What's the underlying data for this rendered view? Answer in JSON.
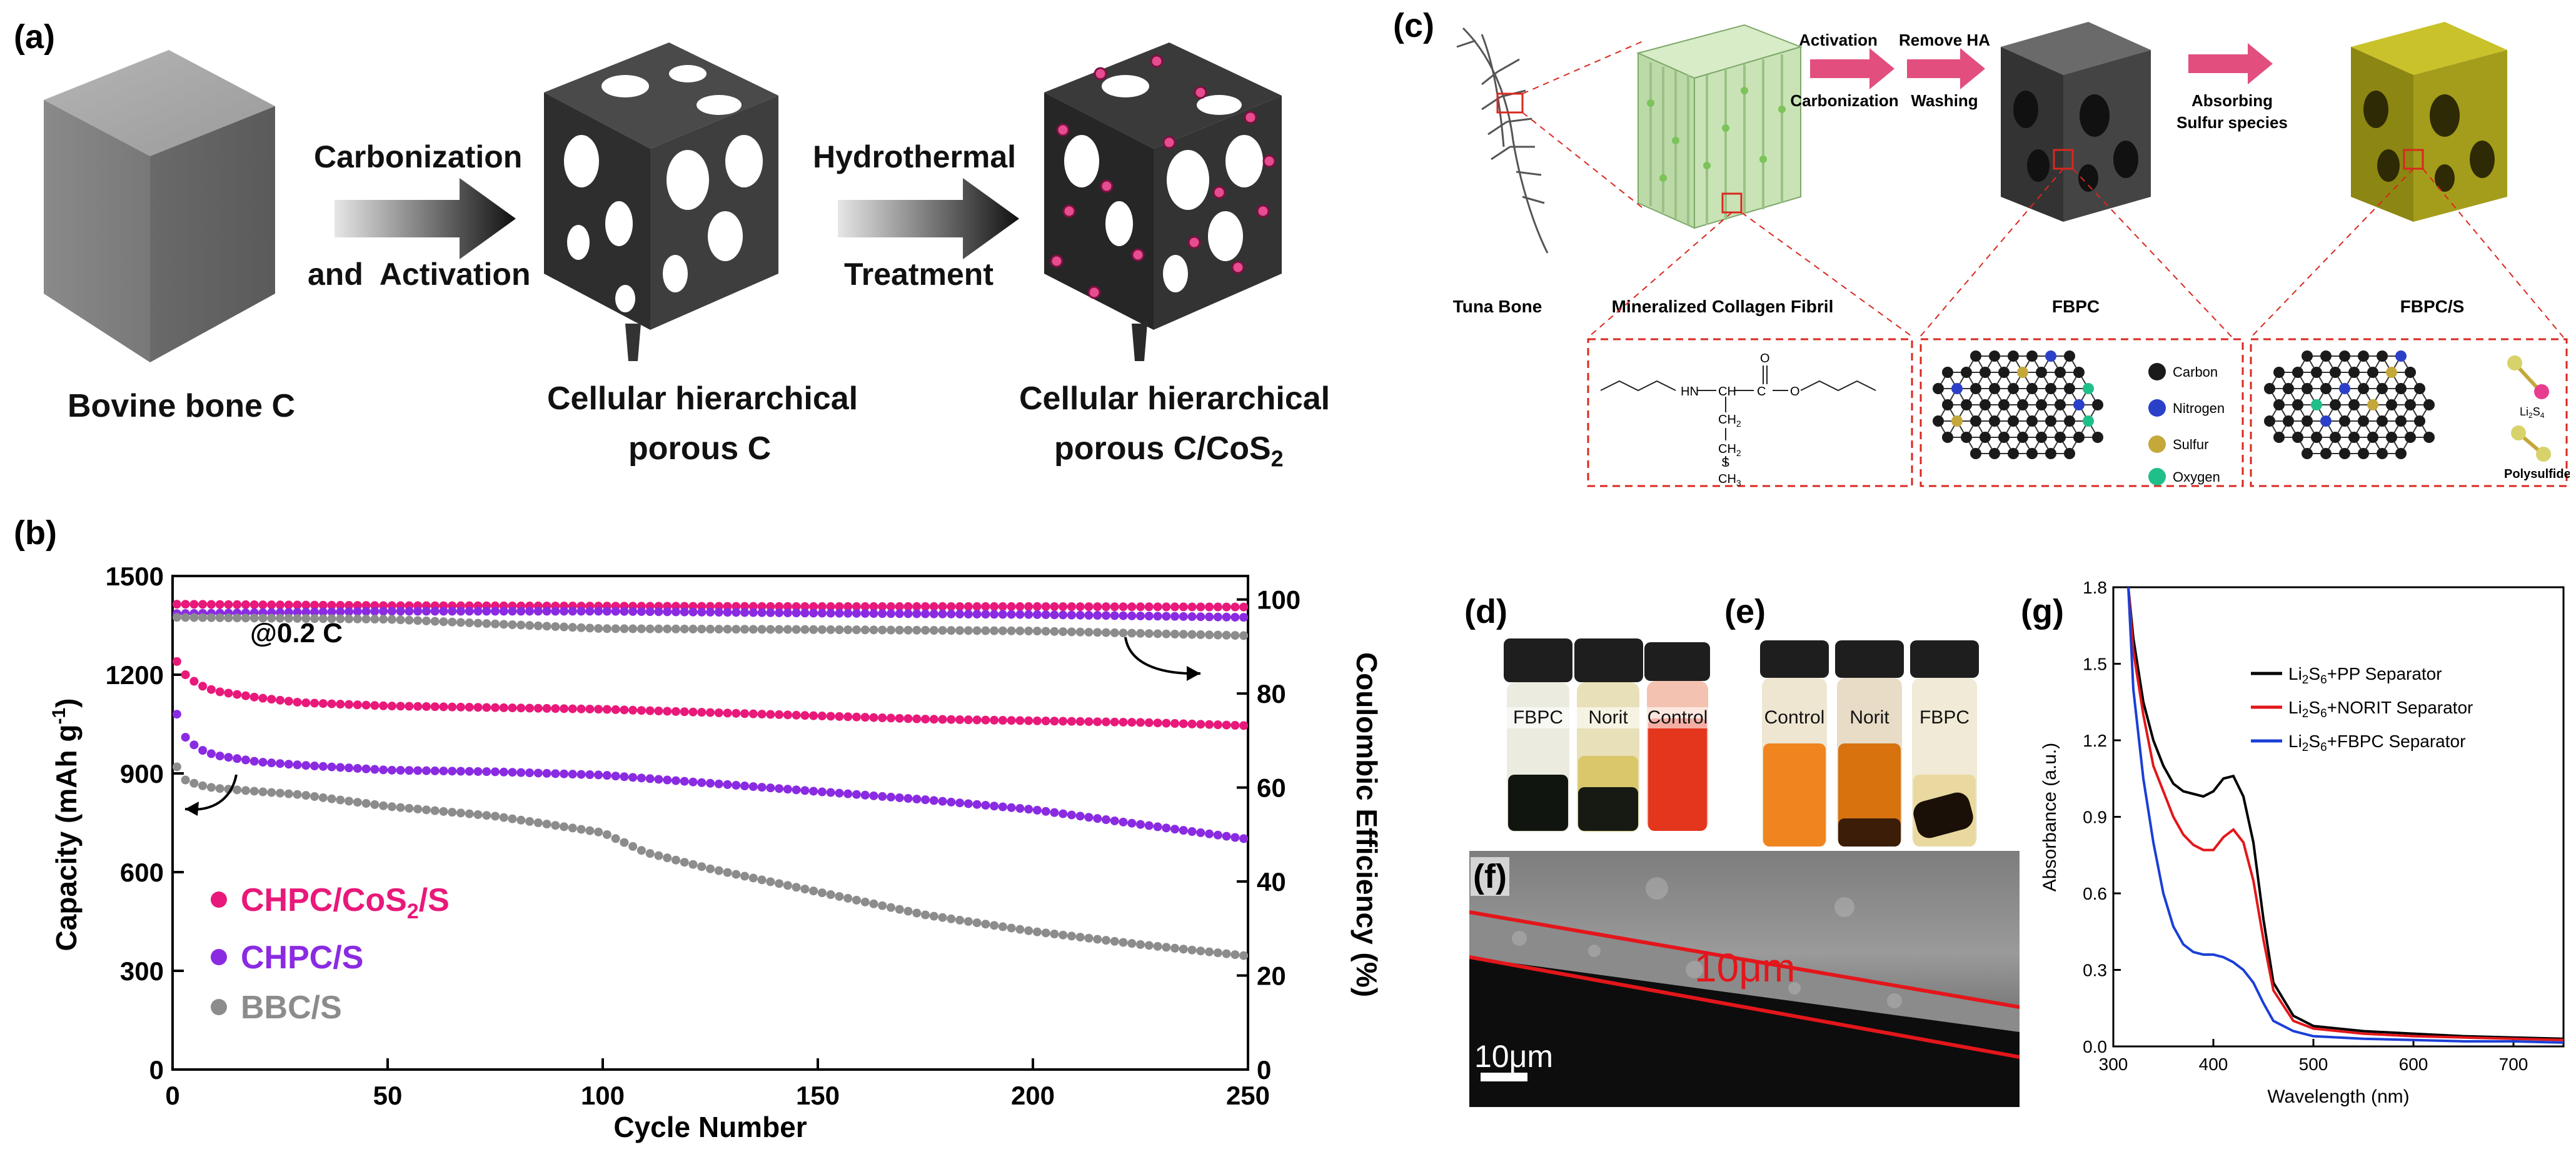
{
  "figure": {
    "panel_labels": {
      "a": "(a)",
      "b": "(b)",
      "c": "(c)",
      "d": "(d)",
      "e": "(e)",
      "f": "(f)",
      "g": "(g)"
    },
    "panel_a": {
      "step1_line1": "Carbonization",
      "step1_line2": "and  Activation",
      "step2_line1": "Hydrothermal",
      "step2_line2": "Treatment",
      "label_cube": "Bovine bone C",
      "label_porous_line1": "Cellular hierarchical",
      "label_porous_line2": "porous C",
      "label_cos2_line1": "Cellular hierarchical",
      "label_cos2_line2": "porous C/CoS",
      "label_cos2_sub": "2"
    },
    "panel_b": {
      "rate_label": "@0.2 C",
      "ylabel_left": "Capacity (mAh g",
      "ylabel_left_sup": "-1",
      "ylabel_left_end": ")",
      "ylabel_right": "Coulombic Efficiency (%)",
      "xlabel": "Cycle Number",
      "legend": [
        {
          "name_main": "CHPC/CoS",
          "name_sub": "2",
          "name_end": "/S",
          "color": "#e8197a"
        },
        {
          "name_main": "CHPC/S",
          "name_sub": "",
          "name_end": "",
          "color": "#8a2be2"
        },
        {
          "name_main": "BBC/S",
          "name_sub": "",
          "name_end": "",
          "color": "#8c8c8c"
        }
      ]
    },
    "panel_c": {
      "tuna_label": "Tuna Bone",
      "collagen_label": "Mineralized Collagen Fibril",
      "fbpc_label": "FBPC",
      "fbpcs_label": "FBPC/S",
      "arrow1_top": "Activation",
      "arrow1_bottom": "Carbonization",
      "arrow2_top": "Remove HA",
      "arrow2_bottom": "Washing",
      "arrow3_top": "Absorbing",
      "arrow3_bottom": "Sulfur species",
      "legend_carbon": "Carbon",
      "legend_nitrogen": "Nitrogen",
      "legend_sulfur": "Sulfur",
      "legend_oxygen": "Oxygen",
      "li2s4_main": "Li",
      "li2s4_sub1": "2",
      "li2s4_s": "S",
      "li2s4_sub2": "4",
      "polysulfides": "Polysulfides",
      "chem_hn": "HN",
      "chem_ch": "CH",
      "chem_c": "C",
      "chem_o1": "O",
      "chem_o2": "O",
      "chem_ch2a": "CH",
      "chem_ch2a_sub": "2",
      "chem_ch2b": "CH",
      "chem_ch2b_sub": "2",
      "chem_s": "S",
      "chem_ch3": "CH",
      "chem_ch3_sub": "3"
    },
    "panel_d": {
      "vials": [
        "FBPC",
        "Norit",
        "Control"
      ]
    },
    "panel_e": {
      "vials": [
        "Control",
        "Norit",
        "FBPC"
      ]
    },
    "panel_f": {
      "thickness": "10μm",
      "scalebar": "10μm"
    },
    "panel_g": {
      "ylabel": "Absorbance (a.u.)",
      "xlabel": "Wavelength (nm)",
      "legend": [
        {
          "pre": "Li",
          "sub1": "2",
          "s": "S",
          "sub2": "6",
          "post": "+PP Separator",
          "color": "#000000"
        },
        {
          "pre": "Li",
          "sub1": "2",
          "s": "S",
          "sub2": "6",
          "post": "+NORIT Separator",
          "color": "#e3161b"
        },
        {
          "pre": "Li",
          "sub1": "2",
          "s": "S",
          "sub2": "6",
          "post": "+FBPC Separator",
          "color": "#1a3fd6"
        }
      ]
    }
  },
  "chart_data": [
    {
      "type": "scatter",
      "panel": "b",
      "xlabel": "Cycle Number",
      "ylabel": "Capacity (mAh g-1)",
      "y2label": "Coulombic Efficiency (%)",
      "xlim": [
        0,
        250
      ],
      "ylim": [
        0,
        1500
      ],
      "y2lim": [
        0,
        105
      ],
      "xticks": [
        0,
        50,
        100,
        150,
        200,
        250
      ],
      "yticks": [
        0,
        300,
        600,
        900,
        1200,
        1500
      ],
      "y2ticks": [
        0,
        20,
        40,
        60,
        80,
        100
      ],
      "series": [
        {
          "name": "CHPC/CoS2/S",
          "axis": "left",
          "color": "#e8197a",
          "x": [
            1,
            3,
            6,
            10,
            20,
            30,
            50,
            75,
            100,
            125,
            150,
            175,
            200,
            225,
            250
          ],
          "y": [
            1240,
            1200,
            1170,
            1150,
            1130,
            1115,
            1105,
            1100,
            1095,
            1085,
            1075,
            1065,
            1060,
            1055,
            1045
          ]
        },
        {
          "name": "CHPC/S",
          "axis": "left",
          "color": "#8a2be2",
          "x": [
            1,
            3,
            6,
            10,
            20,
            30,
            50,
            75,
            100,
            125,
            150,
            175,
            200,
            225,
            250
          ],
          "y": [
            1080,
            1010,
            975,
            955,
            935,
            925,
            910,
            905,
            895,
            870,
            845,
            820,
            790,
            745,
            700
          ]
        },
        {
          "name": "BBC/S",
          "axis": "left",
          "color": "#8c8c8c",
          "x": [
            1,
            3,
            6,
            10,
            20,
            30,
            50,
            75,
            100,
            110,
            125,
            150,
            175,
            200,
            225,
            250
          ],
          "y": [
            920,
            880,
            865,
            855,
            845,
            835,
            800,
            770,
            720,
            660,
            610,
            540,
            470,
            420,
            380,
            345
          ]
        },
        {
          "name": "CHPC/CoS2/S CE",
          "axis": "right",
          "color": "#e8197a",
          "x": [
            1,
            50,
            100,
            150,
            200,
            250
          ],
          "y": [
            99,
            98.7,
            98.6,
            98.5,
            98.5,
            98.4
          ]
        },
        {
          "name": "CHPC/S CE",
          "axis": "right",
          "color": "#8a2be2",
          "x": [
            1,
            50,
            100,
            150,
            200,
            250
          ],
          "y": [
            97,
            97.5,
            97.5,
            97.1,
            96.8,
            96.2
          ]
        },
        {
          "name": "BBC/S CE",
          "axis": "right",
          "color": "#8c8c8c",
          "x": [
            1,
            50,
            100,
            150,
            200,
            250
          ],
          "y": [
            96.2,
            95.8,
            93.8,
            93.6,
            93.3,
            92.3
          ]
        }
      ]
    },
    {
      "type": "line",
      "panel": "g",
      "xlabel": "Wavelength (nm)",
      "ylabel": "Absorbance (a.u.)",
      "xlim": [
        300,
        750
      ],
      "ylim": [
        0,
        1.8
      ],
      "xticks": [
        300,
        400,
        500,
        600,
        700
      ],
      "yticks": [
        0.0,
        0.3,
        0.6,
        0.9,
        1.2,
        1.5,
        1.8
      ],
      "series": [
        {
          "name": "Li2S6+PP Separator",
          "color": "#000000",
          "x": [
            315,
            320,
            330,
            340,
            350,
            360,
            370,
            380,
            390,
            400,
            410,
            420,
            430,
            440,
            450,
            460,
            480,
            500,
            550,
            600,
            650,
            700,
            750
          ],
          "y": [
            1.8,
            1.6,
            1.35,
            1.2,
            1.1,
            1.03,
            1.0,
            0.99,
            0.98,
            1.0,
            1.05,
            1.06,
            0.98,
            0.8,
            0.5,
            0.25,
            0.12,
            0.08,
            0.06,
            0.05,
            0.04,
            0.035,
            0.03
          ]
        },
        {
          "name": "Li2S6+NORIT Separator",
          "color": "#e3161b",
          "x": [
            315,
            320,
            330,
            340,
            350,
            360,
            370,
            380,
            390,
            400,
            410,
            420,
            430,
            440,
            450,
            460,
            480,
            500,
            550,
            600,
            650,
            700,
            750
          ],
          "y": [
            1.8,
            1.55,
            1.3,
            1.1,
            1.0,
            0.9,
            0.83,
            0.79,
            0.77,
            0.77,
            0.82,
            0.85,
            0.8,
            0.65,
            0.42,
            0.22,
            0.1,
            0.07,
            0.05,
            0.04,
            0.035,
            0.03,
            0.025
          ]
        },
        {
          "name": "Li2S6+FBPC Separator",
          "color": "#1a3fd6",
          "x": [
            315,
            320,
            330,
            340,
            350,
            360,
            370,
            380,
            390,
            400,
            410,
            420,
            430,
            440,
            450,
            460,
            480,
            500,
            550,
            600,
            650,
            700,
            750
          ],
          "y": [
            1.8,
            1.4,
            1.05,
            0.8,
            0.6,
            0.47,
            0.4,
            0.37,
            0.36,
            0.36,
            0.35,
            0.33,
            0.3,
            0.25,
            0.17,
            0.1,
            0.06,
            0.04,
            0.03,
            0.025,
            0.02,
            0.02,
            0.015
          ]
        }
      ]
    }
  ]
}
